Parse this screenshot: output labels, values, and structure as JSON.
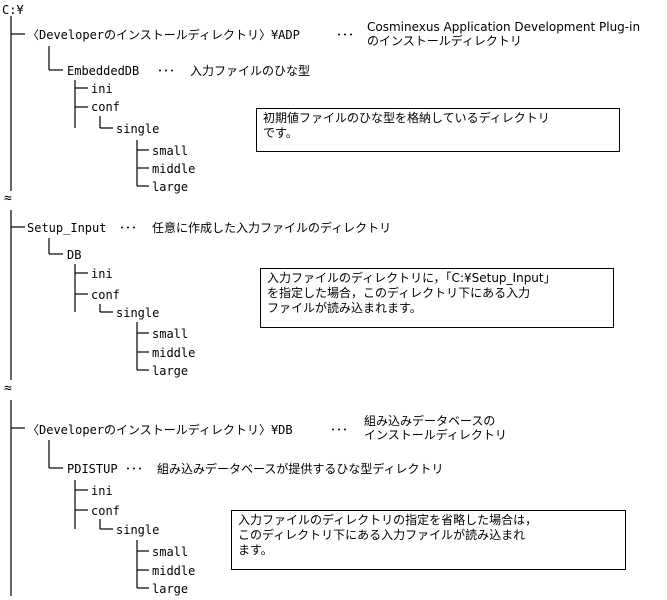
{
  "root": "C:¥",
  "sections": [
    {
      "path": "〈Developerのインストールディレクトリ〉¥ADP",
      "desc": [
        "Cosminexus Application Development Plug-in",
        "のインストールディレクトリ"
      ],
      "child": "EmbeddedDB",
      "child_desc": "入力ファイルのひな型",
      "ini": "ini",
      "conf": "conf",
      "single": "single",
      "small": "small",
      "middle": "middle",
      "large": "large",
      "note": [
        "初期値ファイルのひな型を格納しているディレクトリ",
        "です。"
      ]
    },
    {
      "path": "Setup_Input",
      "desc": [
        "任意に作成した入力ファイルのディレクトリ"
      ],
      "child": "DB",
      "child_desc": "",
      "ini": "ini",
      "conf": "conf",
      "single": "single",
      "small": "small",
      "middle": "middle",
      "large": "large",
      "note": [
        "入力ファイルのディレクトリに，「C:¥Setup_Input」",
        "を指定した場合，このディレクトリ下にある入力",
        "ファイルが読み込まれます。"
      ]
    },
    {
      "path": "〈Developerのインストールディレクトリ〉¥DB",
      "desc": [
        "組み込みデータベースの",
        "インストールディレクトリ"
      ],
      "child": "PDISTUP",
      "child_desc": "組み込みデータベースが提供するひな型ディレクトリ",
      "ini": "ini",
      "conf": "conf",
      "single": "single",
      "small": "small",
      "middle": "middle",
      "large": "large",
      "note": [
        "入力ファイルのディレクトリの指定を省略した場合は，",
        "このディレクトリ下にある入力ファイルが読み込まれ",
        "ます。"
      ]
    }
  ],
  "ellipsis": "･･･",
  "break_mark": "≈"
}
